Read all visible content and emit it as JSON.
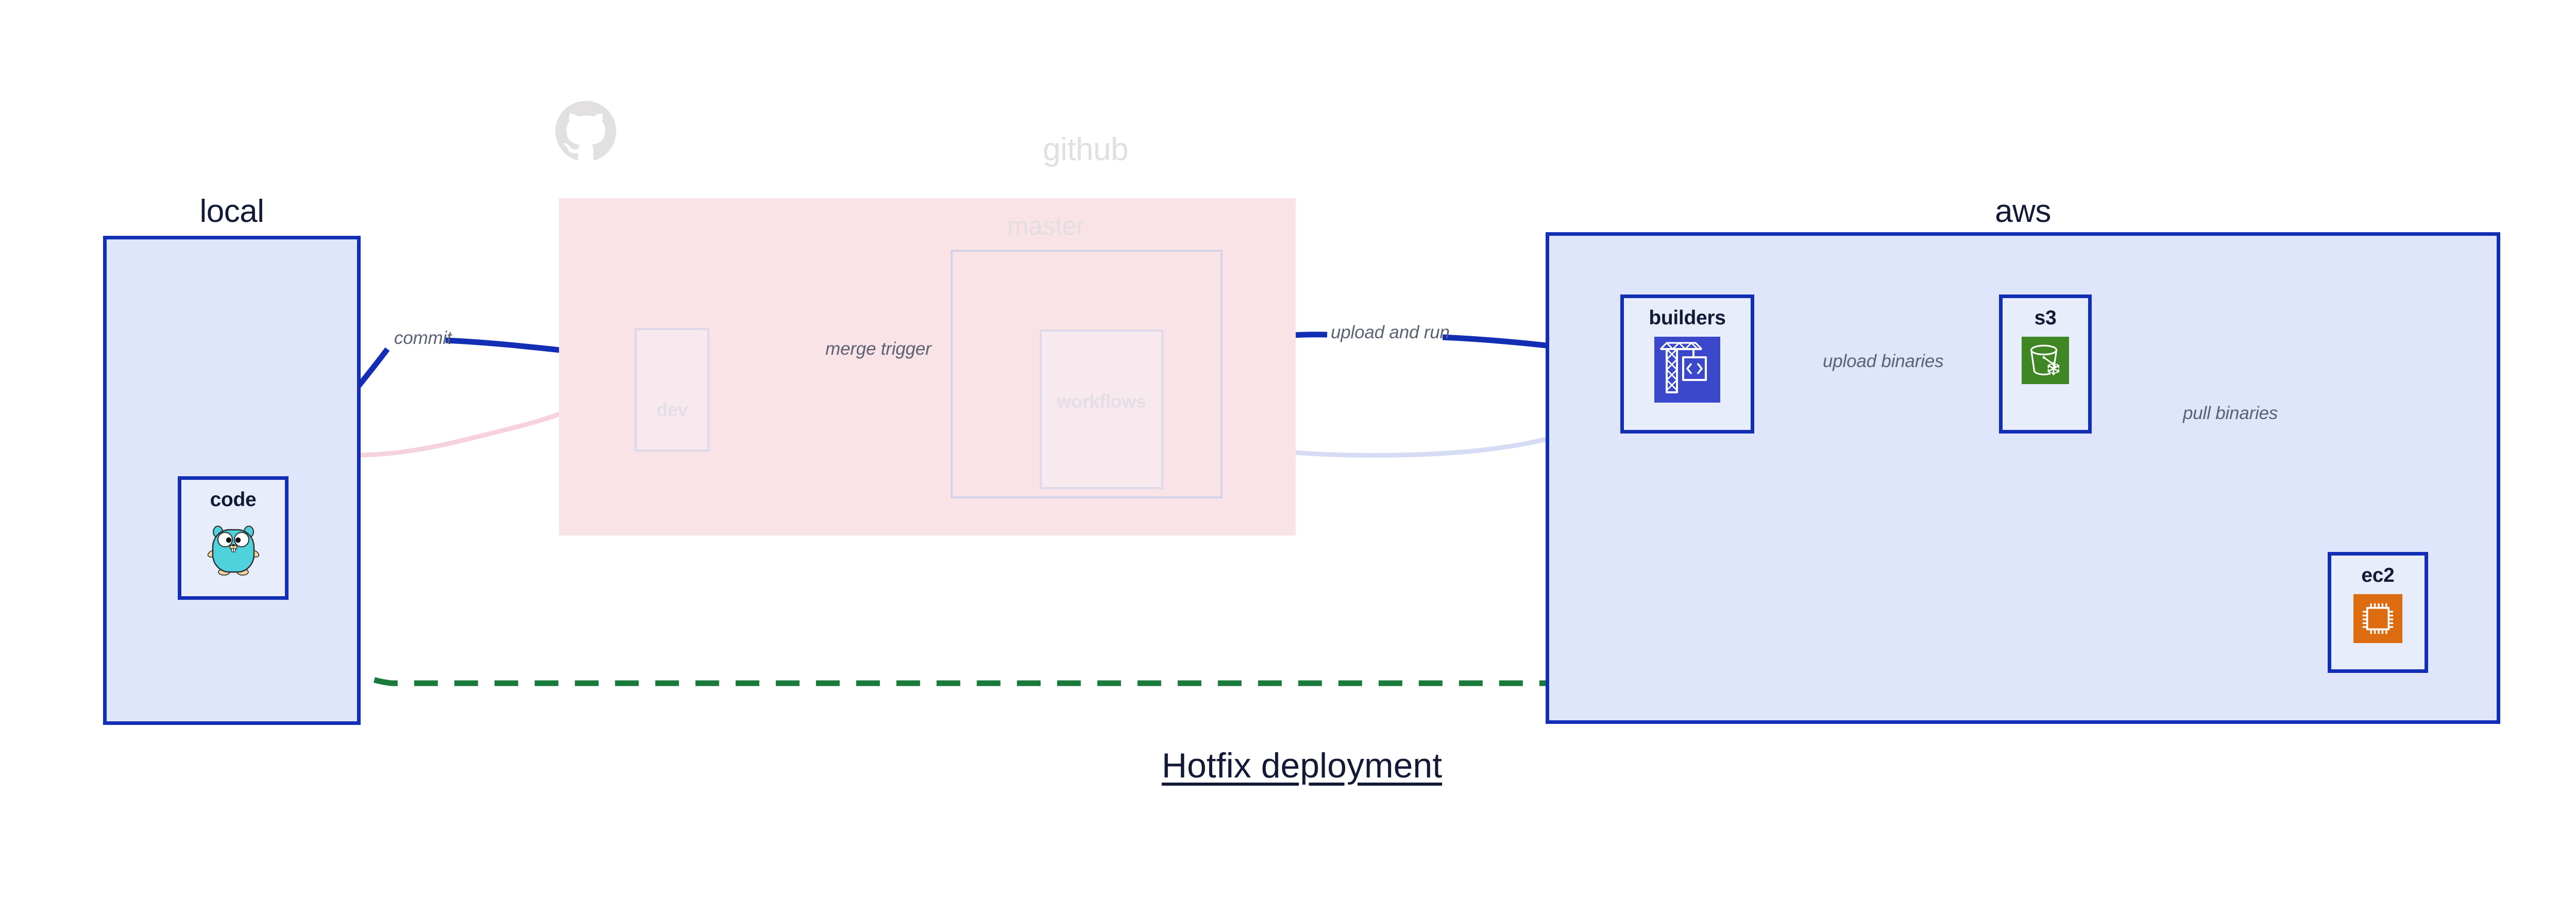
{
  "diagram": {
    "title": "Hotfix deployment",
    "background": "#ffffff",
    "accent_blue": "#122eb5",
    "group_fill_blue": "#dfe5fb",
    "group_fill_pink": "#fae3e7",
    "node_fill_blue": "#e8edfc",
    "label_color": "#5b6272",
    "text_color": "#121a36",
    "dashed_green": "#1a7a3c",
    "faded_color": "#e2dfe2"
  },
  "groups": [
    {
      "id": "local",
      "title": "local",
      "faded": false,
      "nodes": [
        {
          "id": "code",
          "label": "code",
          "icon": "go-gopher-icon",
          "faded": false
        }
      ]
    },
    {
      "id": "github",
      "title": "github",
      "faded": true,
      "logo": "github-octocat-icon",
      "nodes": [
        {
          "id": "dev",
          "label": "dev",
          "icon": "none",
          "faded": true
        },
        {
          "id": "workflows",
          "label": "workflows",
          "icon": "none",
          "faded": true
        }
      ],
      "subgroups": [
        {
          "id": "master",
          "title": "master",
          "faded": true
        }
      ]
    },
    {
      "id": "aws",
      "title": "aws",
      "faded": false,
      "nodes": [
        {
          "id": "builders",
          "label": "builders",
          "icon": "aws-codebuild-crane-icon",
          "icon_color": "#3b48cc",
          "faded": false
        },
        {
          "id": "s3",
          "label": "s3",
          "icon": "aws-s3-glacier-bucket-icon",
          "icon_color": "#3f8624",
          "faded": false
        },
        {
          "id": "ec2",
          "label": "ec2",
          "icon": "aws-ec2-chip-icon",
          "icon_color": "#dd6b10",
          "faded": false
        }
      ]
    }
  ],
  "edges": [
    {
      "id": "commit",
      "from": "code",
      "to": "dev",
      "label": "commit",
      "style": "solid",
      "color": "#122eb5",
      "faded": false
    },
    {
      "id": "merge-trigger",
      "from": "dev",
      "to": "workflows",
      "label": "merge trigger",
      "style": "solid",
      "color": "#122eb5",
      "faded": false
    },
    {
      "id": "upload-and-run",
      "from": "workflows",
      "to": "builders",
      "label": "upload and run",
      "style": "solid",
      "color": "#122eb5",
      "faded": false
    },
    {
      "id": "upload-binaries",
      "from": "builders",
      "to": "s3",
      "label": "upload binaries",
      "style": "solid",
      "color": "#122eb5",
      "faded": false
    },
    {
      "id": "pull-binaries",
      "from": "s3",
      "to": "ec2",
      "label": "pull binaries",
      "style": "solid",
      "color": "#122eb5",
      "faded": false
    },
    {
      "id": "hotfix-direct",
      "from": "code",
      "to": "ec2",
      "label": "",
      "style": "dashed",
      "color": "#1a7a3c",
      "faded": false
    },
    {
      "id": "code-to-dev-faded",
      "from": "code",
      "to": "dev",
      "label": "",
      "style": "solid",
      "color": "#f6d3dc",
      "faded": true
    },
    {
      "id": "dev-to-workflows-faded",
      "from": "dev",
      "to": "workflows",
      "label": "",
      "style": "solid",
      "color": "#ddd9ee",
      "faded": true
    },
    {
      "id": "workflows-to-builders-faded",
      "from": "workflows",
      "to": "builders",
      "label": "",
      "style": "solid",
      "color": "#dfe3f7",
      "faded": true
    }
  ]
}
